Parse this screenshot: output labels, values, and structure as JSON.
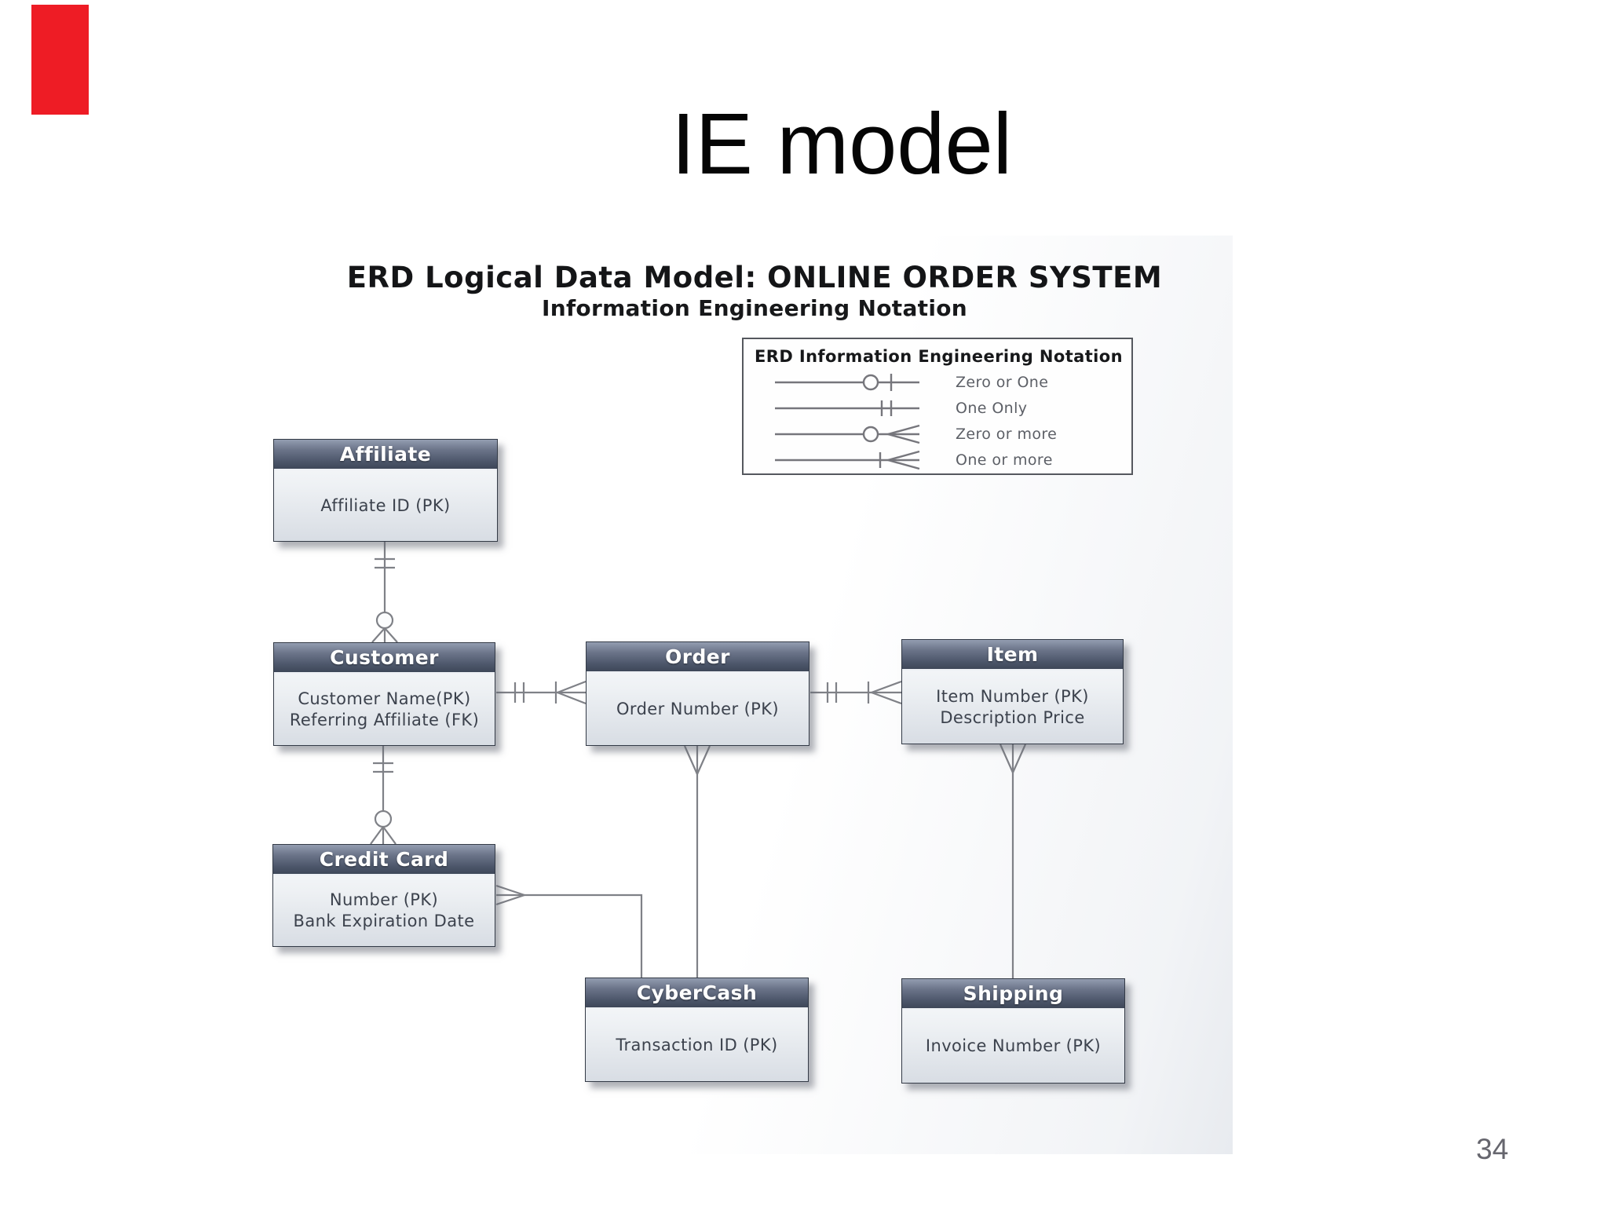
{
  "slide": {
    "title": "IE model",
    "page_number": "34"
  },
  "diagram": {
    "title": "ERD Logical Data Model: ONLINE ORDER SYSTEM",
    "subtitle": "Information Engineering Notation",
    "legend": {
      "title": "ERD Information Engineering Notation",
      "items": [
        {
          "icon": "zero-or-one-symbol",
          "label": "Zero or One"
        },
        {
          "icon": "one-only-symbol",
          "label": "One Only"
        },
        {
          "icon": "zero-or-more-symbol",
          "label": "Zero or more"
        },
        {
          "icon": "one-or-more-symbol",
          "label": "One or more"
        }
      ]
    },
    "entities": [
      {
        "name": "Affiliate",
        "attrs": [
          "Affiliate ID (PK)"
        ]
      },
      {
        "name": "Customer",
        "attrs": [
          "Customer Name(PK)",
          "Referring Affiliate (FK)"
        ]
      },
      {
        "name": "Order",
        "attrs": [
          "Order Number (PK)"
        ]
      },
      {
        "name": "Item",
        "attrs": [
          "Item Number (PK)",
          "Description Price"
        ]
      },
      {
        "name": "Credit Card",
        "attrs": [
          "Number (PK)",
          "Bank Expiration Date"
        ]
      },
      {
        "name": "CyberCash",
        "attrs": [
          "Transaction ID (PK)"
        ]
      },
      {
        "name": "Shipping",
        "attrs": [
          "Invoice Number (PK)"
        ]
      }
    ],
    "relationships": [
      {
        "from": "Affiliate",
        "to": "Customer",
        "from_end": "one-only",
        "to_end": "zero-or-more"
      },
      {
        "from": "Customer",
        "to": "Order",
        "from_end": "one-only",
        "to_end": "one-or-more"
      },
      {
        "from": "Order",
        "to": "Item",
        "from_end": "one-only",
        "to_end": "one-or-more"
      },
      {
        "from": "Customer",
        "to": "Credit Card",
        "from_end": "one-only",
        "to_end": "zero-or-more"
      },
      {
        "from": "Order",
        "to": "CyberCash",
        "from_end": "many",
        "to_end": "plain"
      },
      {
        "from": "Credit Card",
        "to": "CyberCash",
        "from_end": "many",
        "to_end": "plain"
      },
      {
        "from": "Item",
        "to": "Shipping",
        "from_end": "many",
        "to_end": "plain"
      }
    ]
  },
  "colors": {
    "marker_red": "#ee1c25",
    "entity_header_dark": "#3e4758",
    "entity_header_light": "#939db0",
    "entity_body": "#e7ebf0",
    "connector_line": "#7f8187",
    "page_number_gray": "#66666e"
  }
}
